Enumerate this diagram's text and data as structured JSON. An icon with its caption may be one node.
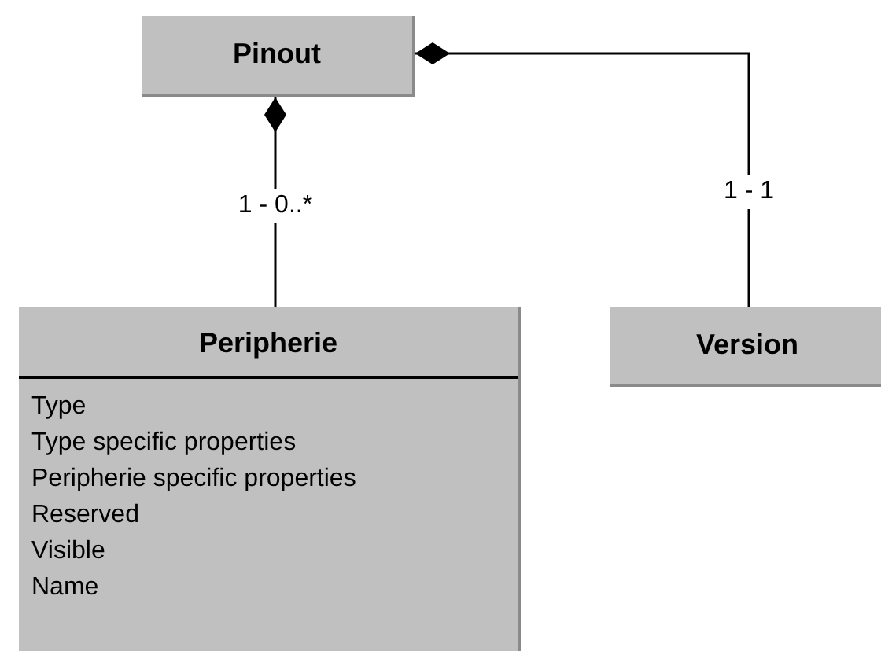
{
  "diagram": {
    "nodes": [
      {
        "text": [
          "Pinout"
        ]
      },
      {
        "text": [
          "Peripherie",
          "Type",
          "Type specific properties",
          "Peripherie specific properties",
          "Reserved",
          "Visible",
          "Name"
        ]
      },
      {
        "text": [
          "Version"
        ]
      }
    ],
    "edges": [
      {
        "from": 0,
        "to": 1,
        "arrow": "other",
        "label": "1 - 0..*"
      },
      {
        "from": 0,
        "to": 2,
        "arrow": "other",
        "label": "1 - 1"
      }
    ]
  }
}
